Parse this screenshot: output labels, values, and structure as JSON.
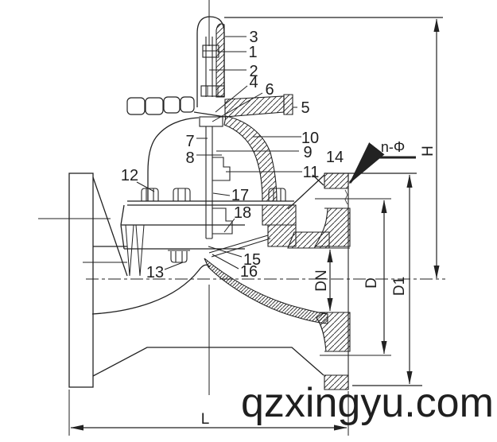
{
  "callouts": {
    "c1": "1",
    "c2": "2",
    "c3": "3",
    "c4": "4",
    "c5": "5",
    "c6": "6",
    "c7": "7",
    "c8": "8",
    "c9": "9",
    "c10": "10",
    "c11": "11",
    "c12": "12",
    "c13": "13",
    "c14": "14",
    "c15": "15",
    "c16": "16",
    "c17": "17",
    "c18": "18"
  },
  "dimensions": {
    "h": "H",
    "n_phi": "n-Φ",
    "dn": "DN",
    "d": "D",
    "d1": "D1",
    "l": "L"
  },
  "watermark": {
    "text": "qzxingyu.com",
    "color": "#1f1f1f"
  },
  "colors": {
    "line": "#222222",
    "background": "#ffffff"
  }
}
